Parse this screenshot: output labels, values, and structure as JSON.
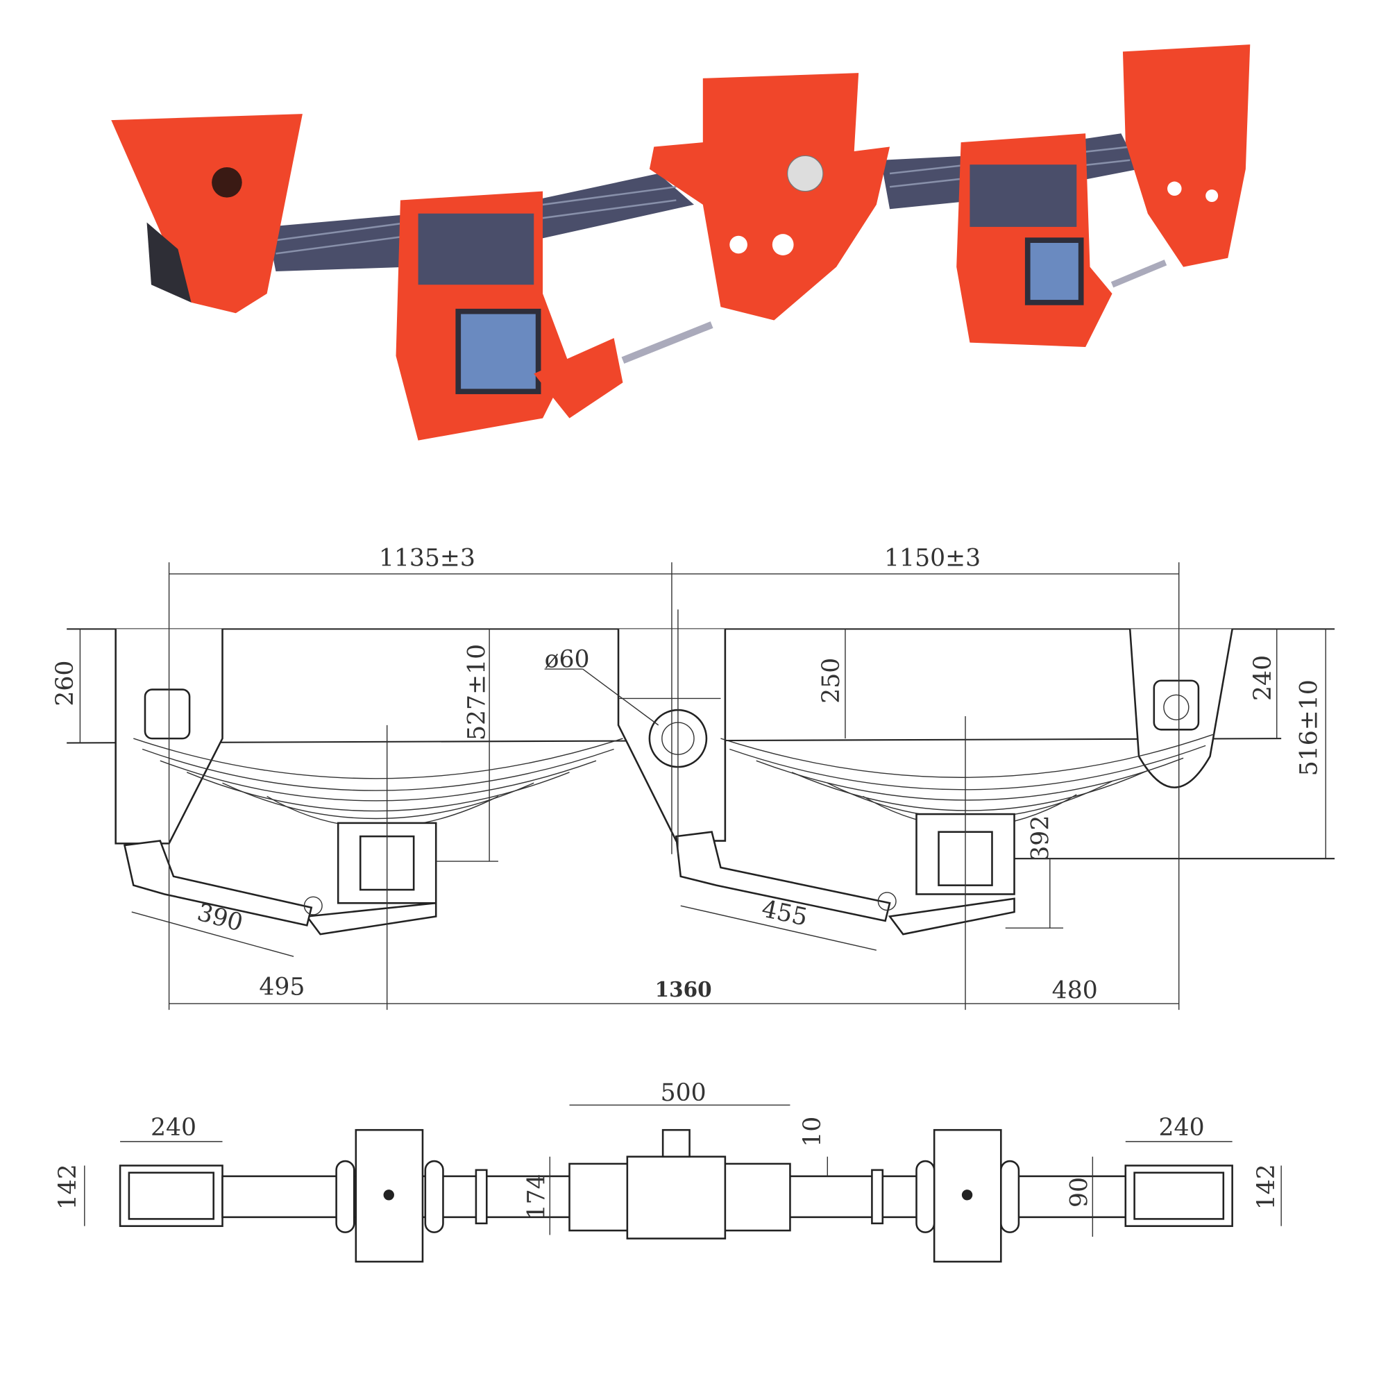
{
  "colors": {
    "frame": "#f0462a",
    "spring": "#4a4e6a",
    "line": "#222222"
  },
  "side_view": {
    "dims": {
      "left_span": "1135±3",
      "right_span": "1150±3",
      "left_hanger_height": "260",
      "left_axle_height": "527±10",
      "pin_diameter": "ø60",
      "center_hanger_height": "250",
      "right_hanger_height": "240",
      "right_axle_height": "516±10",
      "right_axle_offset": "392",
      "left_rod": "390",
      "right_rod": "455",
      "left_offset": "495",
      "axle_spacing": "1360",
      "right_offset": "480"
    }
  },
  "top_view": {
    "dims": {
      "left_bracket_width": "240",
      "center_width": "500",
      "right_bracket_width": "240",
      "left_height": "142",
      "center_height": "174",
      "gap": "10",
      "beam_height": "90",
      "right_height": "142"
    }
  }
}
